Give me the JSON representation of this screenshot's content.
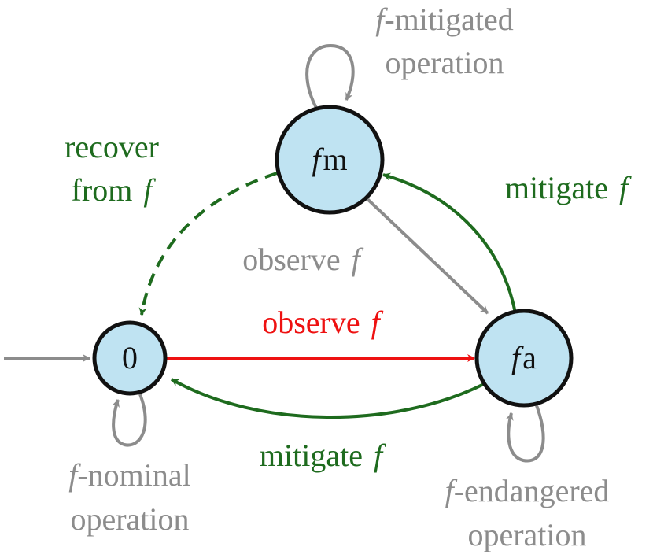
{
  "colors": {
    "gray": "#8c8c8c",
    "green": "#1e6b1e",
    "red": "#ee1111",
    "node_fill": "#bfe3f2",
    "node_stroke": "#111111",
    "text_dark": "#111111"
  },
  "nodes": {
    "zero": {
      "id": "0"
    },
    "fm": {
      "f": "f",
      "suffix": "m"
    },
    "fa": {
      "f": "f",
      "suffix": "a"
    }
  },
  "labels": {
    "mitigated": {
      "f": "f",
      "line1_rest": "-mitigated",
      "line2": "operation"
    },
    "recover": {
      "line1": "recover",
      "line2_word": "from",
      "f": "f"
    },
    "mitigate_right": {
      "word": "mitigate",
      "f": "f"
    },
    "observe_gray": {
      "word": "observe",
      "f": "f"
    },
    "observe_red": {
      "word": "observe",
      "f": "f"
    },
    "mitigate_bottom": {
      "word": "mitigate",
      "f": "f"
    },
    "nominal": {
      "f": "f",
      "line1_rest": "-nominal",
      "line2": "operation"
    },
    "endangered": {
      "f": "f",
      "line1_rest": "-endangered",
      "line2": "operation"
    }
  }
}
